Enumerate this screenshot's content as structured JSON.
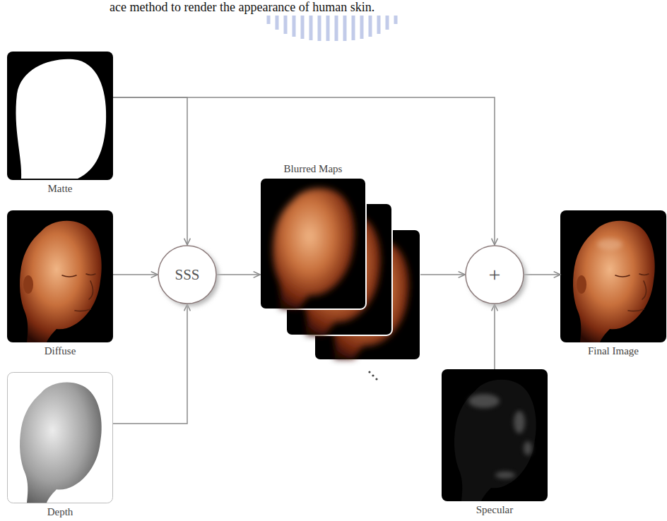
{
  "diagram": {
    "nodes": [
      {
        "text": [
          "Matte"
        ]
      },
      {
        "text": [
          "Diffuse"
        ]
      },
      {
        "text": [
          "Depth"
        ]
      },
      {
        "text": [
          "SSS"
        ]
      },
      {
        "text": [
          "Blurred Maps"
        ]
      },
      {
        "text": [
          "+"
        ]
      },
      {
        "text": [
          "Final Image"
        ]
      },
      {
        "text": [
          "Specular"
        ]
      }
    ],
    "edges": [
      {
        "from": 0,
        "to": 3,
        "arrow": "to"
      },
      {
        "from": 0,
        "to": 5,
        "arrow": "to"
      },
      {
        "from": 1,
        "to": 3,
        "arrow": "to"
      },
      {
        "from": 2,
        "to": 3,
        "arrow": "to"
      },
      {
        "from": 3,
        "to": 4,
        "arrow": "to"
      },
      {
        "from": 4,
        "to": 5,
        "arrow": "to"
      },
      {
        "from": 7,
        "to": 5,
        "arrow": "to"
      },
      {
        "from": 5,
        "to": 6,
        "arrow": "to"
      }
    ],
    "labels": [
      "ace method to render the appearance of human skin."
    ]
  }
}
